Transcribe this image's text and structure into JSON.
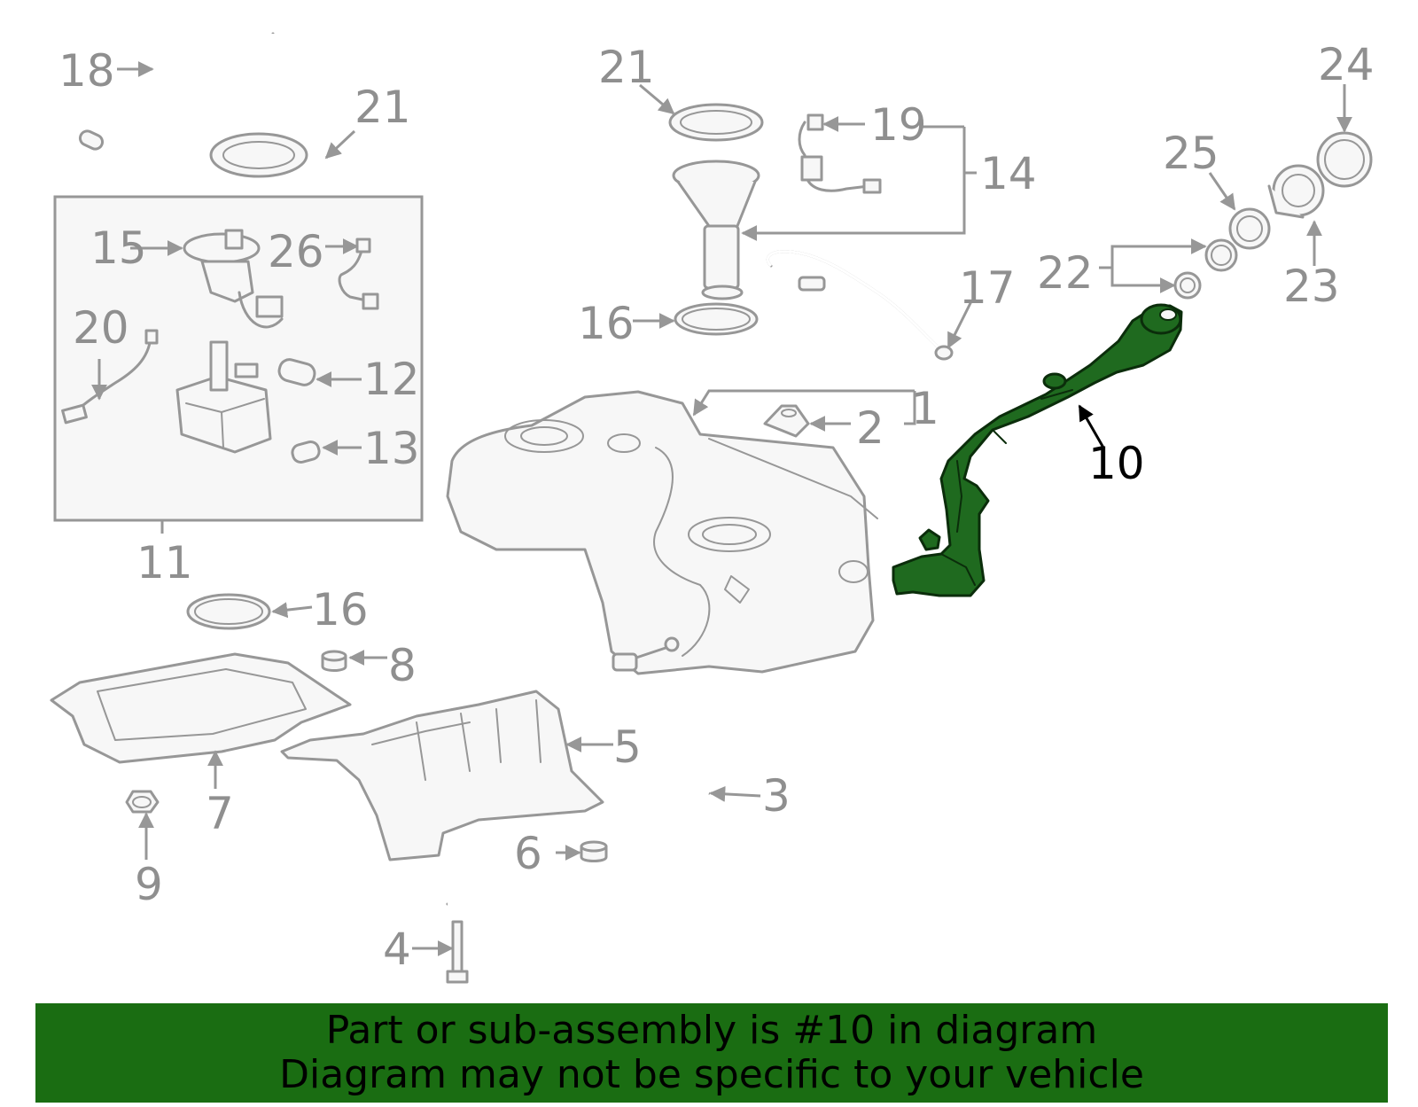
{
  "callouts": {
    "c1": "1",
    "c2": "2",
    "c3": "3",
    "c4": "4",
    "c5": "5",
    "c6": "6",
    "c7": "7",
    "c8": "8",
    "c9": "9",
    "c10": "10",
    "c11": "11",
    "c12": "12",
    "c13": "13",
    "c14": "14",
    "c15": "15",
    "c16a": "16",
    "c16b": "16",
    "c17": "17",
    "c18": "18",
    "c19": "19",
    "c20": "20",
    "c21a": "21",
    "c21b": "21",
    "c22": "22",
    "c23": "23",
    "c24": "24",
    "c25": "25",
    "c26": "26"
  },
  "highlight_color": "#1f6a1f",
  "banner": {
    "line1": "Part or sub-assembly is #10 in diagram",
    "line2": "Diagram may not be specific to your vehicle",
    "color": "#1a6d12"
  }
}
